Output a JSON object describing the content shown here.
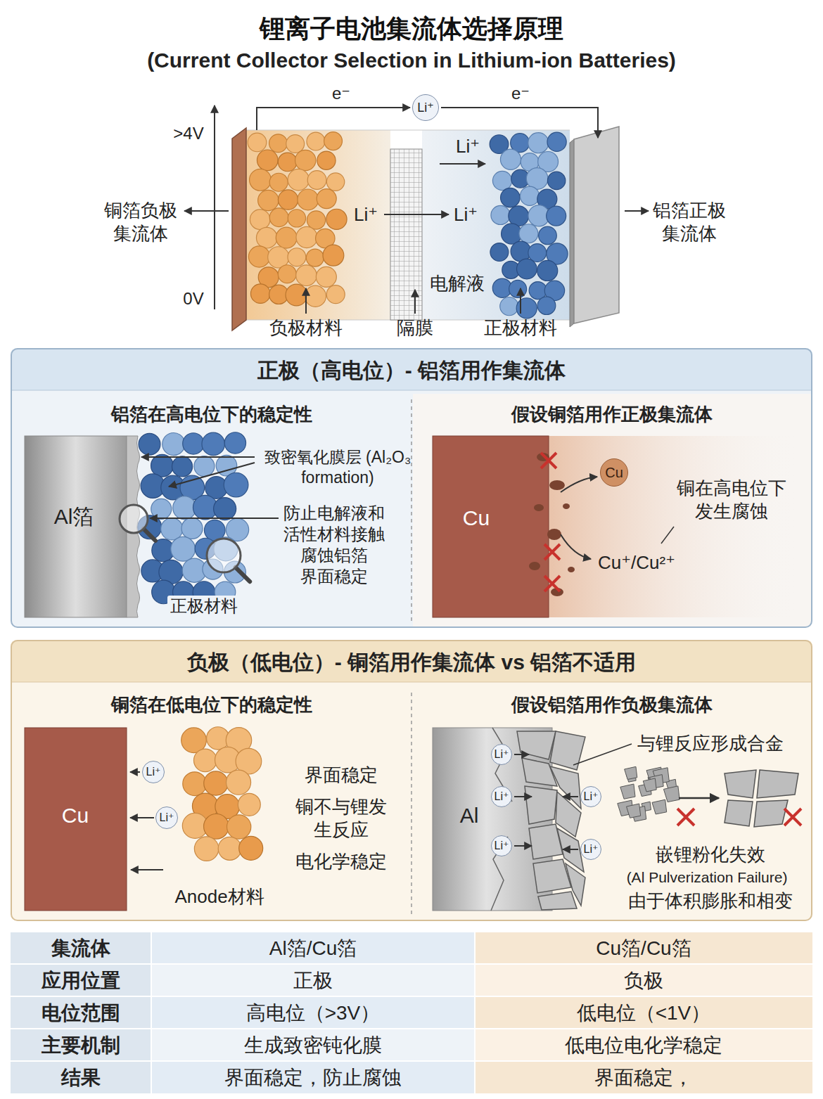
{
  "diagram": {
    "title": "锂离子电池集流体选择原理",
    "nodes": [
      {
        "text": [
          "Li⁺"
        ]
      },
      {
        "text": [
          "正极（高电位）- 铝箔用作集流体"
        ]
      },
      {
        "text": [
          "铝箔在高电位下的稳定性"
        ],
        "in": 1
      },
      {
        "text": [
          "假设铜箔用作正极集流体"
        ],
        "in": 1
      },
      {
        "text": [
          "Cu"
        ],
        "in": 3
      },
      {
        "text": [
          "负极（低电位）- 铜箔用作集流体 vs 铝箔不适用"
        ]
      },
      {
        "text": [
          "铜箔在低电位下的稳定性"
        ],
        "in": 5
      },
      {
        "text": [
          "Li⁺"
        ],
        "in": 6
      },
      {
        "text": [
          "Li⁺"
        ],
        "in": 6
      },
      {
        "text": [
          "假设铝箔用作负极集流体"
        ],
        "in": 5
      },
      {
        "text": [
          "Li⁺"
        ],
        "in": 9
      },
      {
        "text": [
          "Li⁺"
        ],
        "in": 9
      },
      {
        "text": [
          "Li⁺"
        ],
        "in": 9
      },
      {
        "text": [
          "Li⁺"
        ],
        "in": 9
      },
      {
        "text": [
          "Li⁺"
        ],
        "in": 9
      }
    ],
    "labels": [
      "(Current Collector Selection in Lithium-ion Batteries)",
      "e⁻",
      "e⁻",
      ">4V",
      "Li⁺",
      "铜箔负极 集流体",
      "Li⁺",
      "Li⁺",
      "铝箔正极 集流体",
      "0V",
      "电解液",
      "负极材料",
      "隔膜",
      "正极材料",
      "Al箔",
      "致密氧化膜层 (Al₂O₃ formation)",
      "防止电解液和 活性材料接触 腐蚀铝箔 界面稳定",
      "正极材料",
      "Cu",
      "铜在高电位下 发生腐蚀",
      "Cu⁺/Cu²⁺",
      "Cu",
      "界面稳定",
      "铜不与锂发 生反应",
      "电化学稳定",
      "Anode材料",
      "Al",
      "与锂反应形成合金",
      "嵌锂粉化失效",
      "(Al Pulverization Failure)",
      "由于体积膨胀和相变",
      "集流体",
      "Al箔/Cu箔",
      "Cu箔/Cu箔",
      "应用位置",
      "正极",
      "负极",
      "电位范围",
      "高电位（>3V）",
      "低电位（<1V）",
      "主要机制",
      "生成致密钝化膜",
      "低电位电化学稳定",
      "结果",
      "界面稳定，防止腐蚀",
      "界面稳定，"
    ]
  }
}
